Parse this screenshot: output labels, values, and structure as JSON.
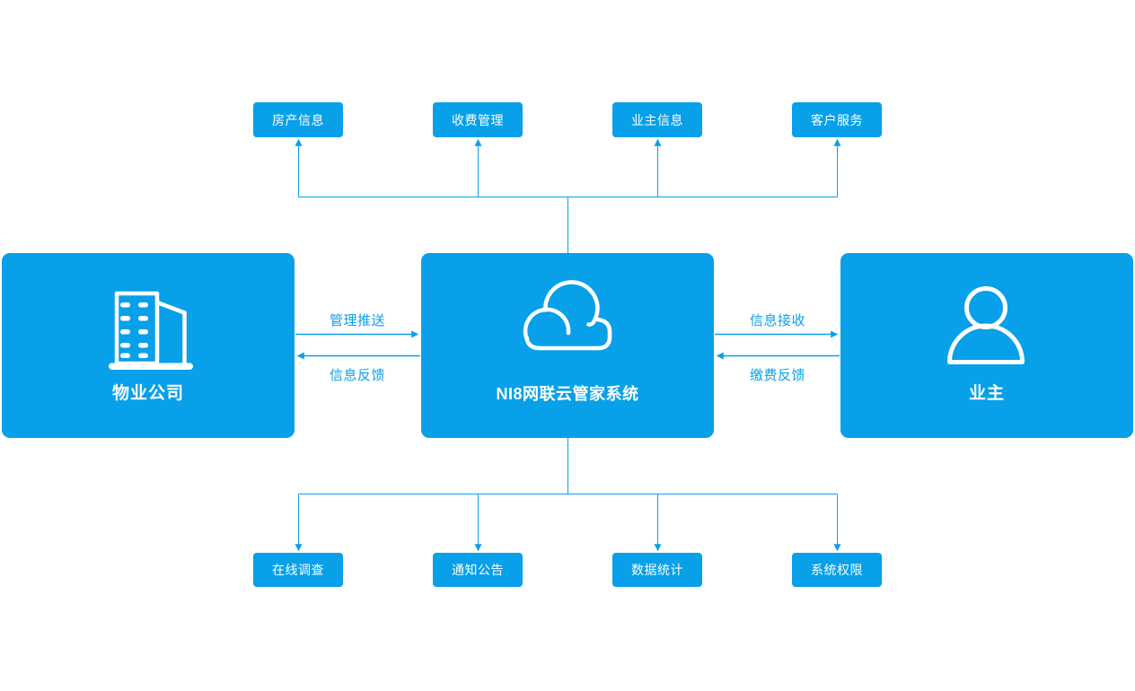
{
  "colors": {
    "node_fill": "#07a0e9",
    "connector": "#0aa0e9",
    "node_text": "#ffffff",
    "edge_label": "#0aa0e9",
    "background": "#ffffff"
  },
  "top_nodes": [
    {
      "label": "房产信息"
    },
    {
      "label": "收费管理"
    },
    {
      "label": "业主信息"
    },
    {
      "label": "客户服务"
    }
  ],
  "bottom_nodes": [
    {
      "label": "在线调查"
    },
    {
      "label": "通知公告"
    },
    {
      "label": "数据统计"
    },
    {
      "label": "系统权限"
    }
  ],
  "actors": {
    "left": {
      "label": "物业公司",
      "icon": "building-icon"
    },
    "center": {
      "label": "NI8网联云管家系统",
      "icon": "cloud-icon"
    },
    "right": {
      "label": "业主",
      "icon": "person-icon"
    }
  },
  "edge_labels": {
    "left_top": "管理推送",
    "left_bottom": "信息反馈",
    "right_top": "信息接收",
    "right_bottom": "缴费反馈"
  }
}
